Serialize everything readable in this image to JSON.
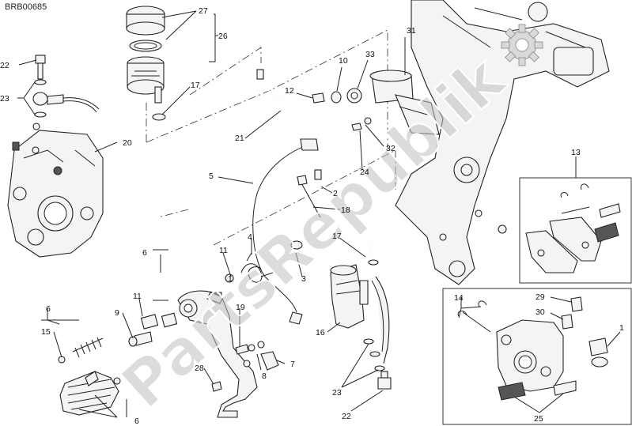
{
  "diagram_code": "BRB00685",
  "watermark": "PartsRepublik",
  "colors": {
    "line": "#222222",
    "watermark": "#bfbfbf",
    "gear": "#d9d9d9"
  },
  "callouts": {
    "c27": "27",
    "c26": "26",
    "c22a": "22",
    "c23a": "23",
    "c17a": "17",
    "c20": "20",
    "c21": "21",
    "c12": "12",
    "c10": "10",
    "c33": "33",
    "c31": "31",
    "c32": "32",
    "c24": "24",
    "c5": "5",
    "c2": "2",
    "c18": "18",
    "c13": "13",
    "c6a": "6",
    "c11a": "11",
    "c4": "4",
    "c1": "1",
    "c3": "3",
    "c17b": "17",
    "c11b": "11",
    "c9": "9",
    "c6b": "6",
    "c15": "15",
    "c19": "19",
    "c16": "16",
    "c8": "8",
    "c7": "7",
    "c28": "28",
    "c6c": "6",
    "c23b": "23",
    "c22b": "22",
    "c14": "14",
    "c29": "29",
    "c30": "30",
    "c25": "25"
  }
}
